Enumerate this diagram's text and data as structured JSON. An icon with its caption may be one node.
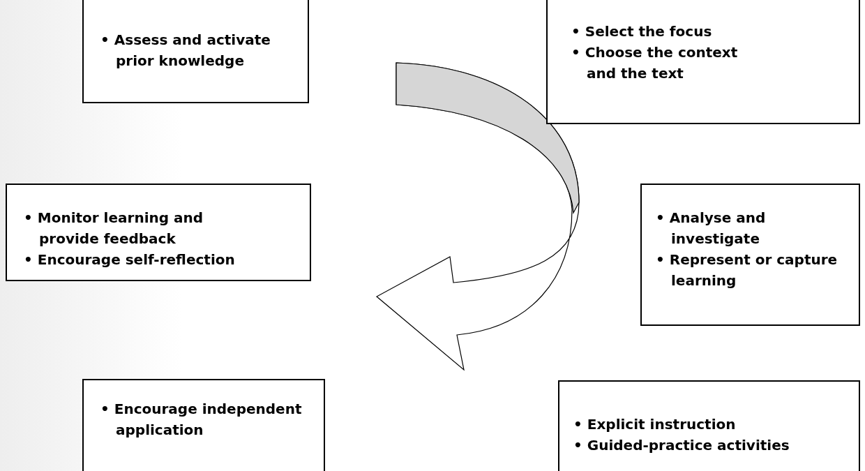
{
  "diagram": {
    "nodes": [
      {
        "text": [
          "• Assess and activate prior knowledge"
        ]
      },
      {
        "text": [
          "• Select the focus",
          "• Choose the context and the text"
        ]
      },
      {
        "text": [
          "• Monitor learning and provide feedback",
          "• Encourage self-reflection"
        ]
      },
      {
        "text": [
          "• Analyse and investigate",
          "• Represent or capture learning"
        ]
      },
      {
        "text": [
          "• Encourage independent application"
        ]
      },
      {
        "text": [
          "• Explicit instruction",
          "• Guided-practice activities"
        ]
      }
    ]
  }
}
